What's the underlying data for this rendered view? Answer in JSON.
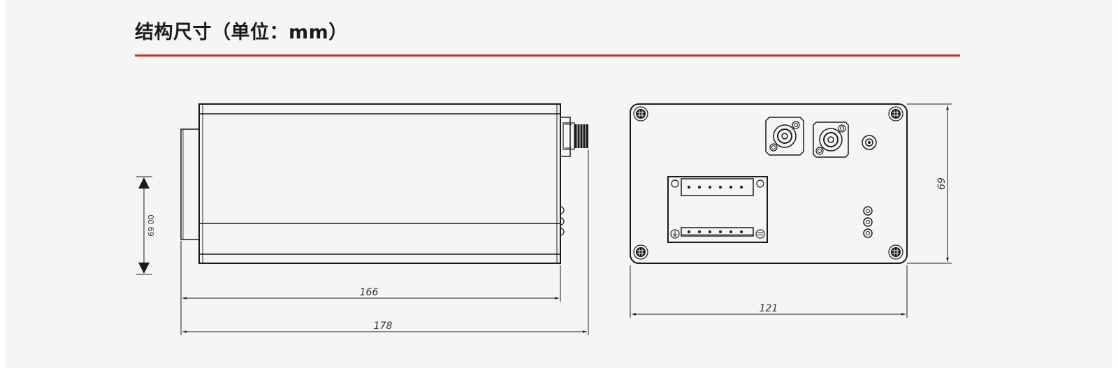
{
  "section": {
    "title": "结构尺寸（单位：mm）",
    "accent_color": "#c8302a"
  },
  "side_view": {
    "dims": {
      "length_body": "166",
      "length_total": "178",
      "height_port": "69 00"
    }
  },
  "front_view": {
    "dims": {
      "width": "121",
      "height": "69"
    }
  }
}
